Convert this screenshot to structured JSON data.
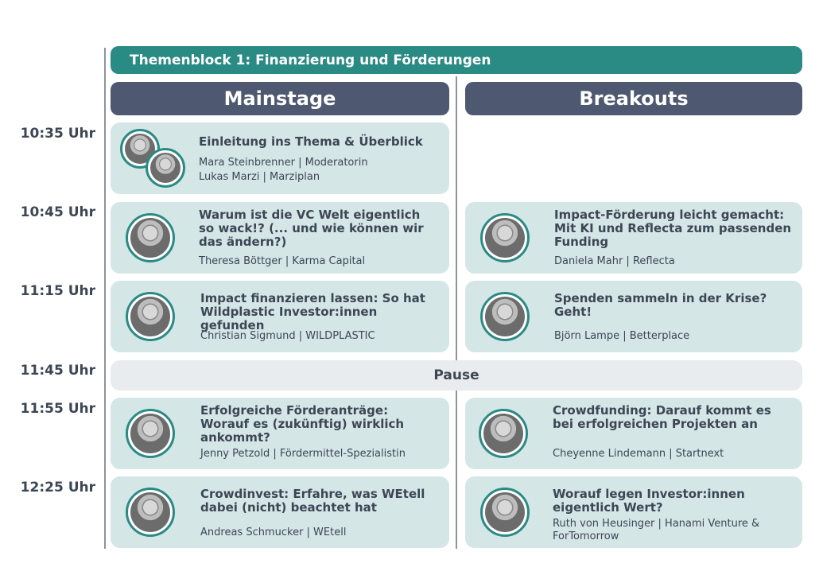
{
  "block_title": "Themenblock 1: Finanzierung und Förderungen",
  "columns": {
    "main": "Mainstage",
    "breakouts": "Breakouts"
  },
  "times": [
    "10:35 Uhr",
    "10:45 Uhr",
    "11:15 Uhr",
    "11:45 Uhr",
    "11:55 Uhr",
    "12:25 Uhr"
  ],
  "pause": "Pause",
  "main": [
    {
      "title": "Einleitung ins Thema & Überblick",
      "speakers": [
        "Mara Steinbrenner | Moderatorin",
        "Lukas Marzi | Marziplan"
      ]
    },
    {
      "title": "Warum ist die VC Welt eigentlich so wack!? (... und wie können wir das ändern?)",
      "speakers": [
        "Theresa Böttger | Karma Capital"
      ]
    },
    {
      "title": "Impact finanzieren lassen: So hat Wildplastic Investor:innen gefunden",
      "speakers": [
        "Christian Sigmund | WILDPLASTIC"
      ]
    },
    {
      "title": "Erfolgreiche Förderanträge: Worauf es (zukünftig) wirklich ankommt?",
      "speakers": [
        "Jenny Petzold | Fördermittel-Spezialistin"
      ]
    },
    {
      "title": "Crowdinvest: Erfahre, was WEtell dabei (nicht) beachtet hat",
      "speakers": [
        "Andreas Schmucker | WEtell"
      ]
    }
  ],
  "breakouts": [
    {
      "title": "Impact-Förderung leicht gemacht: Mit KI und Reflecta zum passenden Funding",
      "speakers": [
        "Daniela Mahr | Reflecta"
      ]
    },
    {
      "title": "Spenden sammeln in der Krise? Geht!",
      "speakers": [
        "Björn Lampe | Betterplace"
      ]
    },
    {
      "title": "Crowdfunding: Darauf kommt es bei erfolgreichen Projekten an",
      "speakers": [
        "Cheyenne Lindemann | Startnext"
      ]
    },
    {
      "title": "Worauf legen Investor:innen eigentlich Wert?",
      "speakers": [
        "Ruth von Heusinger | Hanami Venture & ForTomorrow"
      ]
    }
  ],
  "colors": {
    "teal": "#2a8a84",
    "header": "#4e5870",
    "card": "#d5e6e7",
    "pause": "#e9ecee"
  }
}
